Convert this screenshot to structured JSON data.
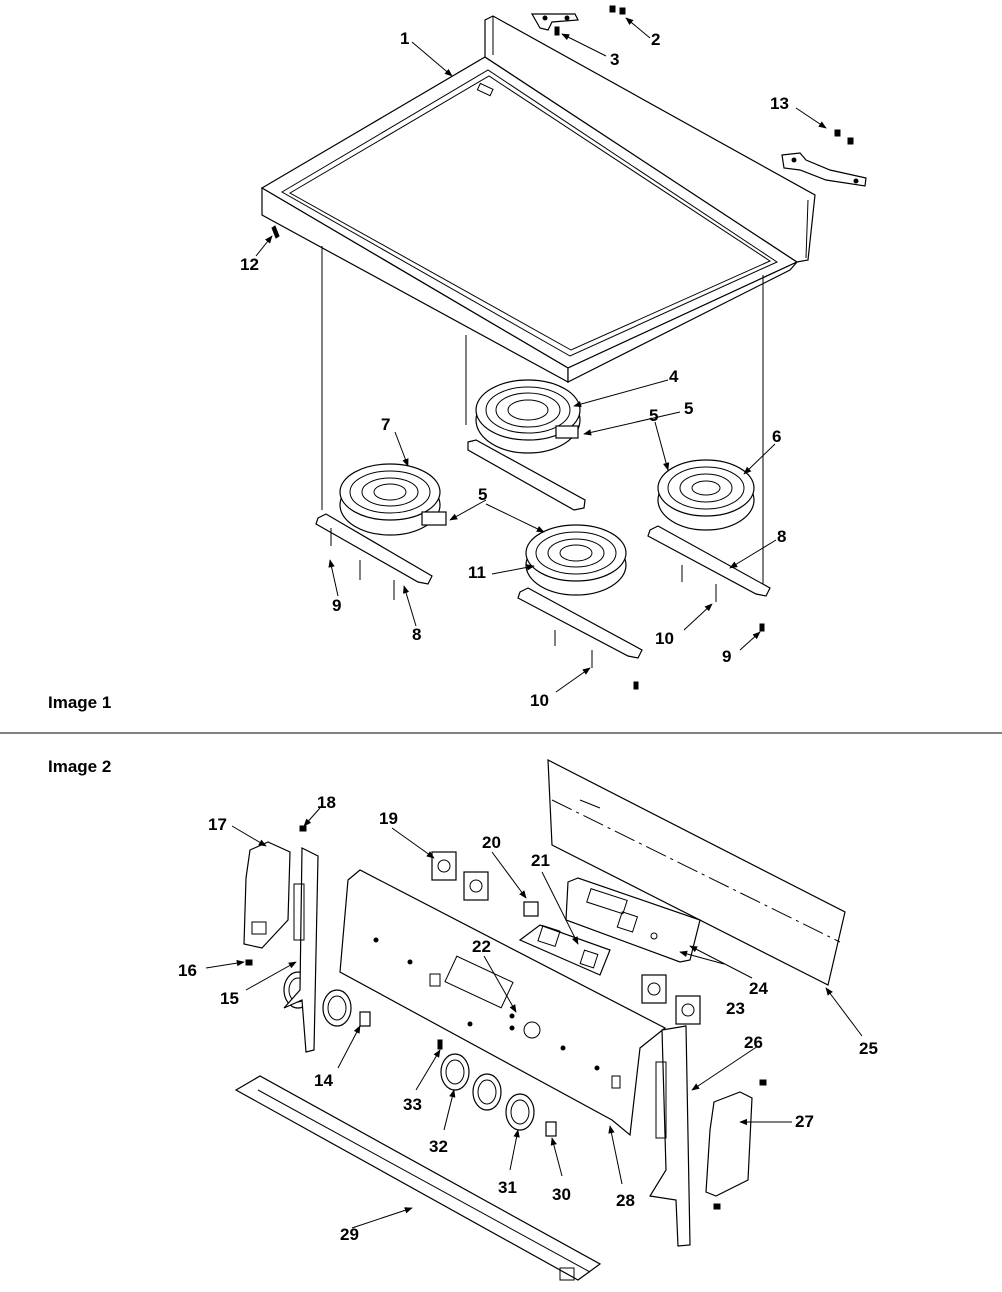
{
  "panels": [
    {
      "label": "Image 1"
    },
    {
      "label": "Image 2"
    }
  ],
  "callouts": [
    "1",
    "2",
    "3",
    "4",
    "5",
    "6",
    "7",
    "8",
    "9",
    "10",
    "11",
    "12",
    "13",
    "14",
    "15",
    "16",
    "17",
    "18",
    "19",
    "20",
    "21",
    "22",
    "23",
    "24",
    "25",
    "26",
    "27",
    "28",
    "29",
    "30",
    "31",
    "32",
    "33"
  ]
}
